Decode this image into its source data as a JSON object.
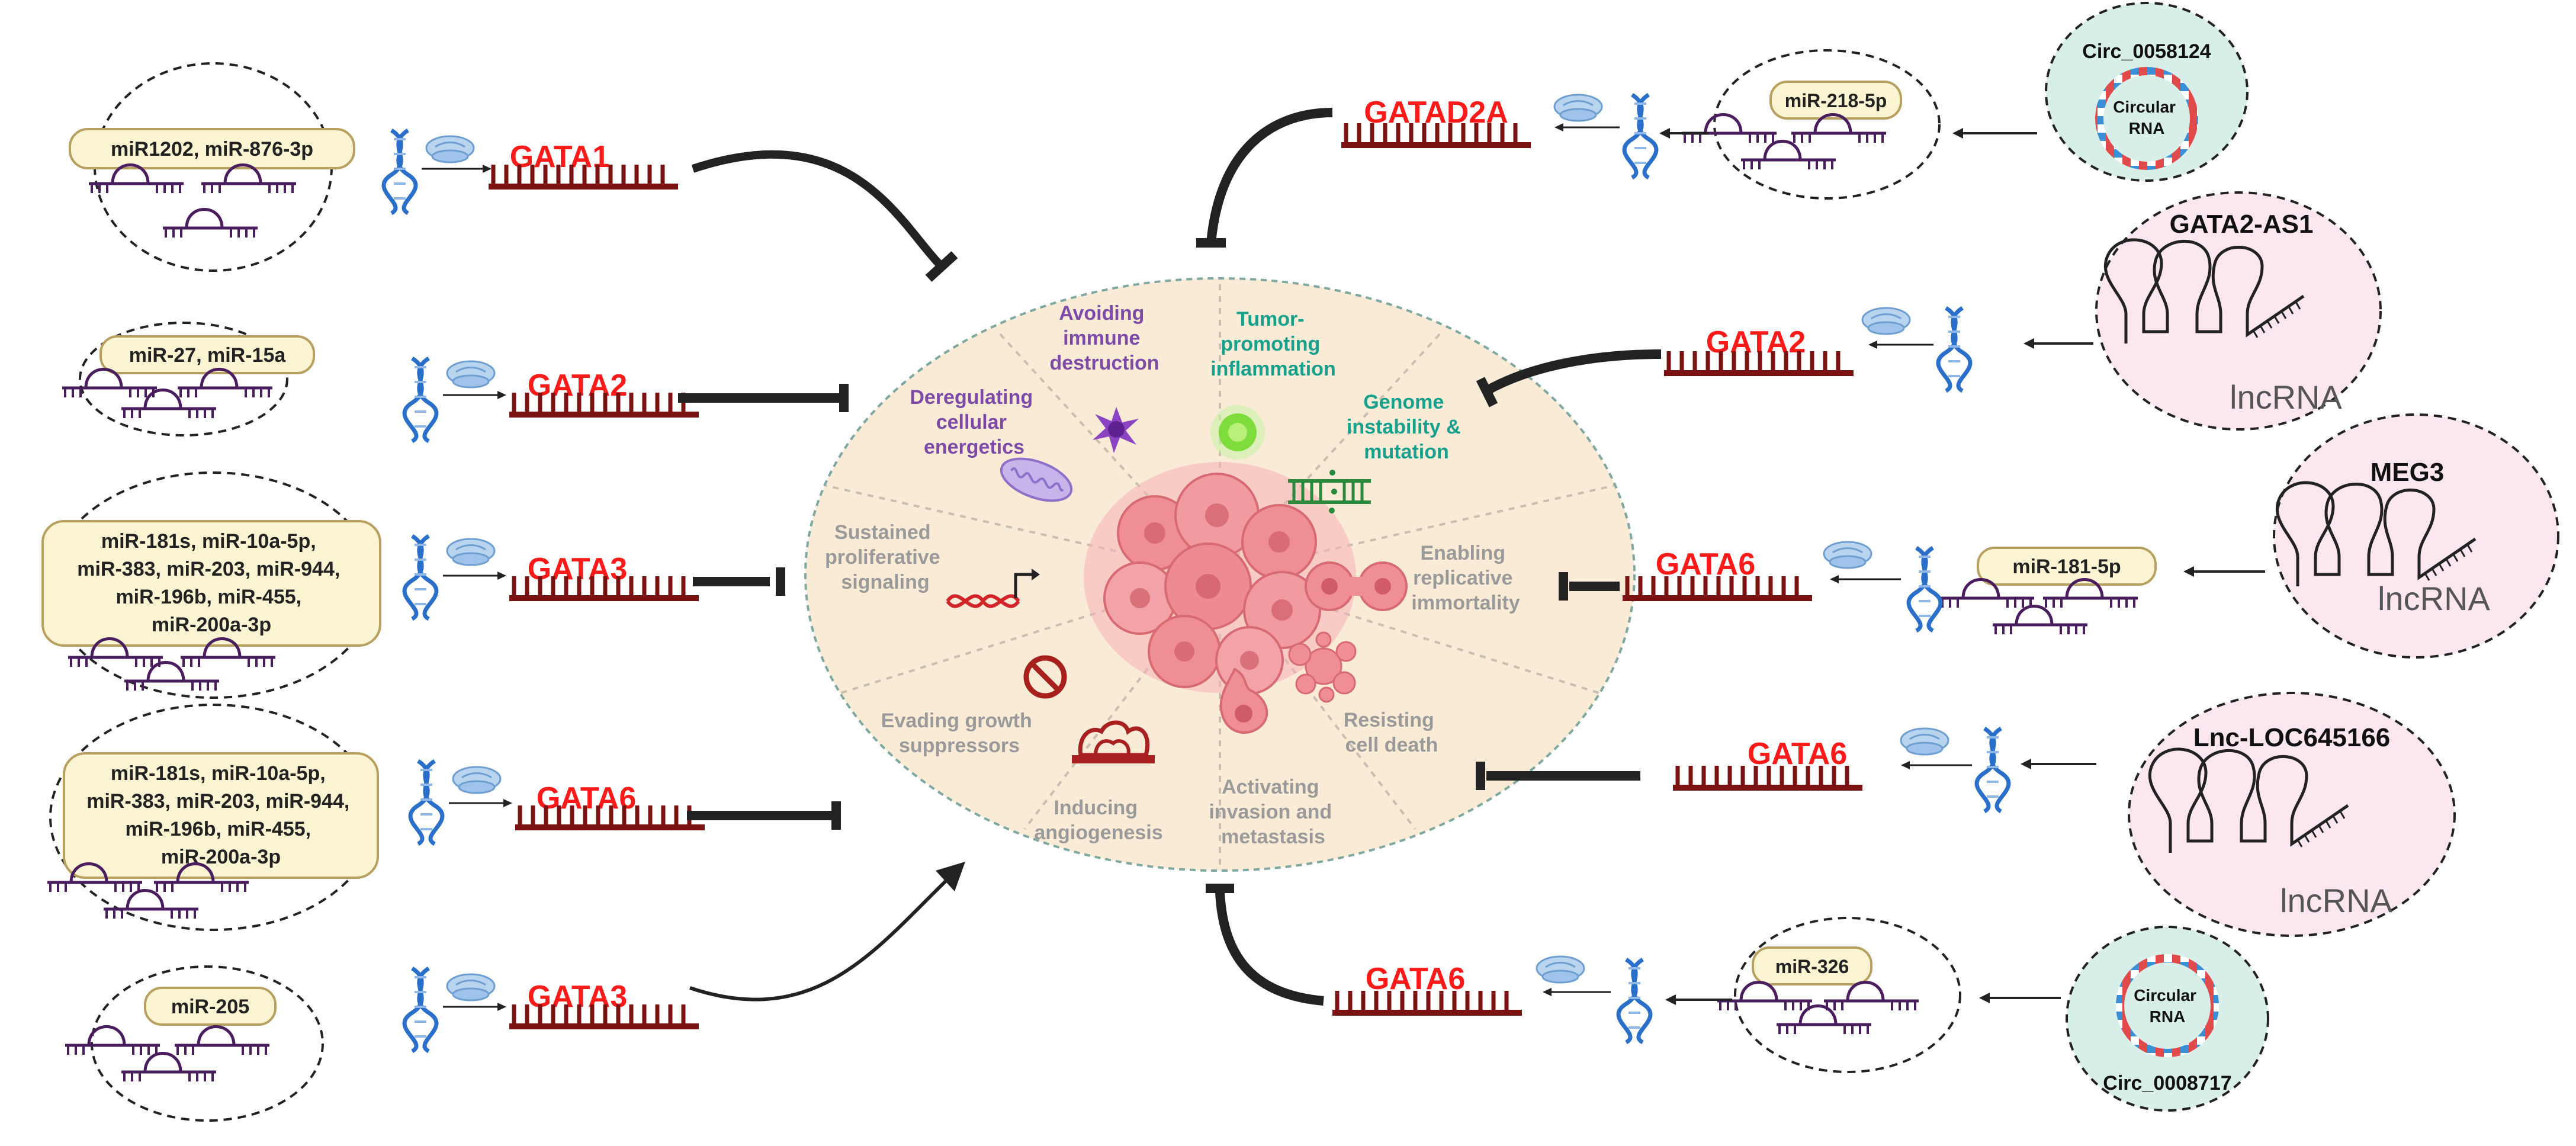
{
  "colors": {
    "gata_red": "#ff1a1a",
    "mrna_brown": "#7a1212",
    "mirna_purple": "#4a1d5e",
    "label_fill": "#fbf4d2",
    "label_stroke": "#b8a060",
    "center_fill": "#faebd7",
    "circ_bg": "#d8efe9",
    "lnc_bg": "#fce6f0",
    "arrow_dark": "#1e1e1e",
    "purple_text": "#7e4aa8",
    "teal_text": "#17a08c",
    "gray_text": "#9a9a9a"
  },
  "left_mirna_groups": [
    {
      "label": "miR1202, miR-876-3p"
    },
    {
      "label": "miR-27, miR-15a"
    },
    {
      "lines": [
        "miR-181s, miR-10a-5p,",
        "miR-383, miR-203, miR-944,",
        "miR-196b, miR-455,",
        "miR-200a-3p"
      ]
    },
    {
      "lines": [
        "miR-181s, miR-10a-5p,",
        "miR-383, miR-203, miR-944,",
        "miR-196b, miR-455,",
        "miR-200a-3p"
      ]
    },
    {
      "label": "miR-205"
    }
  ],
  "left_genes": [
    "GATA1",
    "GATA2",
    "GATA3",
    "GATA6",
    "GATA3"
  ],
  "right_genes": [
    "GATAD2A",
    "GATA2",
    "GATA6",
    "GATA6",
    "GATA6"
  ],
  "right_mirnas": [
    "miR-218-5p",
    "miR-181-5p",
    "miR-326"
  ],
  "circ_rnas": [
    {
      "name": "Circ_0058124",
      "inner": [
        "Circular",
        "RNA"
      ]
    },
    {
      "name": "Circ_0008717",
      "inner": [
        "Circular",
        "RNA"
      ]
    }
  ],
  "lnc_rnas": [
    {
      "name": "GATA2-AS1",
      "tag": "lncRNA"
    },
    {
      "name": "MEG3",
      "tag": "lncRNA"
    },
    {
      "name": "Lnc-LOC645166",
      "tag": "lncRNA"
    }
  ],
  "hallmarks": {
    "avoiding_immune": [
      "Avoiding",
      "immune",
      "destruction"
    ],
    "tumor_inflammation": [
      "Tumor-",
      "promoting",
      "inflammation"
    ],
    "genome_instability": [
      "Genome",
      "instability &",
      "mutation"
    ],
    "replicative_immortality": [
      "Enabling",
      "replicative",
      "immortality"
    ],
    "resisting_death": [
      "Resisting",
      "cell death"
    ],
    "invasion": [
      "Activating",
      "invasion and",
      "metastasis"
    ],
    "angiogenesis": [
      "Inducing",
      "angiogenesis"
    ],
    "evading_growth": [
      "Evading growth",
      "suppressors"
    ],
    "proliferative": [
      "Sustained",
      "proliferative",
      "signaling"
    ],
    "energetics": [
      "Deregulating",
      "cellular",
      "energetics"
    ]
  },
  "icons": [
    "dna-icon",
    "ribosome-icon",
    "mrna-comb-icon",
    "mirna-hairpin-icon",
    "stem-loop-icon",
    "circular-rna-icon",
    "tumor-cluster-icon",
    "immune-cell-icon",
    "inflammation-icon",
    "dna-damage-icon",
    "dividing-cell-icon",
    "apoptosis-icon",
    "metastasis-cell-icon",
    "blood-vessel-icon",
    "no-entry-icon",
    "signaling-dna-icon",
    "mitochondria-icon"
  ]
}
